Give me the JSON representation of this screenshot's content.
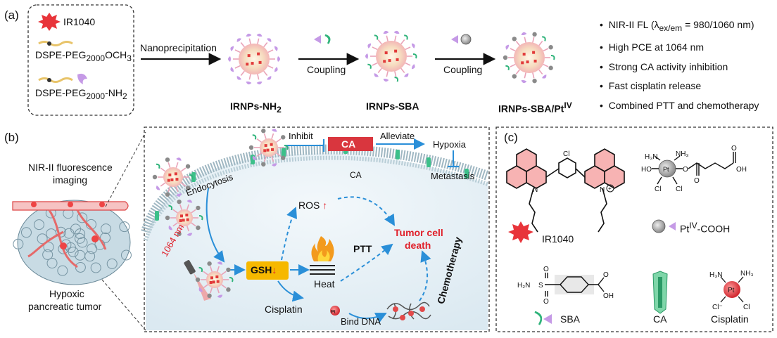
{
  "panel_a": {
    "label": "(a)",
    "legend": {
      "ir1040": "IR1040",
      "dspe_och3_main": "DSPE-PEG",
      "dspe_och3_sub": "2000",
      "dspe_och3_tail": "OCH",
      "dspe_och3_tail_sub": "3",
      "dspe_nh2_main": "DSPE-PEG",
      "dspe_nh2_sub": "2000",
      "dspe_nh2_tail": "-NH",
      "dspe_nh2_tail_sub": "2"
    },
    "step1": "Nanoprecipitation",
    "step2": "Coupling",
    "step3": "Coupling",
    "np1_main": "IRNPs-NH",
    "np1_sub": "2",
    "np2": "IRNPs-SBA",
    "np3_main": "IRNPs-SBA/Pt",
    "np3_sup": "IV",
    "features": [
      "NIR-II FL (λ",
      "ex/em",
      " = 980/1060 nm)",
      "High PCE at 1064 nm",
      "Strong CA activity inhibition",
      "Fast cisplatin release",
      "Combined PTT and chemotherapy"
    ]
  },
  "panel_b": {
    "label": "(b)",
    "nir_imaging_line1": "NIR-II fluorescence",
    "nir_imaging_line2": "imaging",
    "tumor_line1": "Hypoxic",
    "tumor_line2": "pancreatic tumor",
    "inhibit": "Inhibit",
    "ca": "CA",
    "alleviate": "Alleviate",
    "hypoxia": "Hypoxia",
    "metastasis": "Metastasis",
    "ca_membrane": "CA",
    "endocytosis": "Endocytosis",
    "laser": "1064 nm",
    "ros": "ROS",
    "ros_arrow": "↑",
    "gsh": "GSH",
    "gsh_arrow": "↓",
    "heat": "Heat",
    "ptt": "PTT",
    "tumor_death_line1": "Tumor cell",
    "tumor_death_line2": "death",
    "chemotherapy": "Chemotherapy",
    "cisplatin": "Cisplatin",
    "bind_dna": "Bind DNA"
  },
  "panel_c": {
    "label": "(c)",
    "ir1040": "IR1040",
    "pt_cooh_main": "Pt",
    "pt_cooh_sup": "IV",
    "pt_cooh_tail": "-COOH",
    "sba": "SBA",
    "ca": "CA",
    "cisplatin": "Cisplatin"
  },
  "colors": {
    "red_accent": "#e0202a",
    "ca_box": "#d9363e",
    "gsh_box": "#f6b800",
    "arrow_blue": "#2a8fd8",
    "membrane": "#9fb7c2",
    "cytoplasm": "#e3eef4",
    "ligand_purple": "#b27ad8",
    "sba_green": "#2fb37a",
    "np_core": "#f5e8d0"
  }
}
